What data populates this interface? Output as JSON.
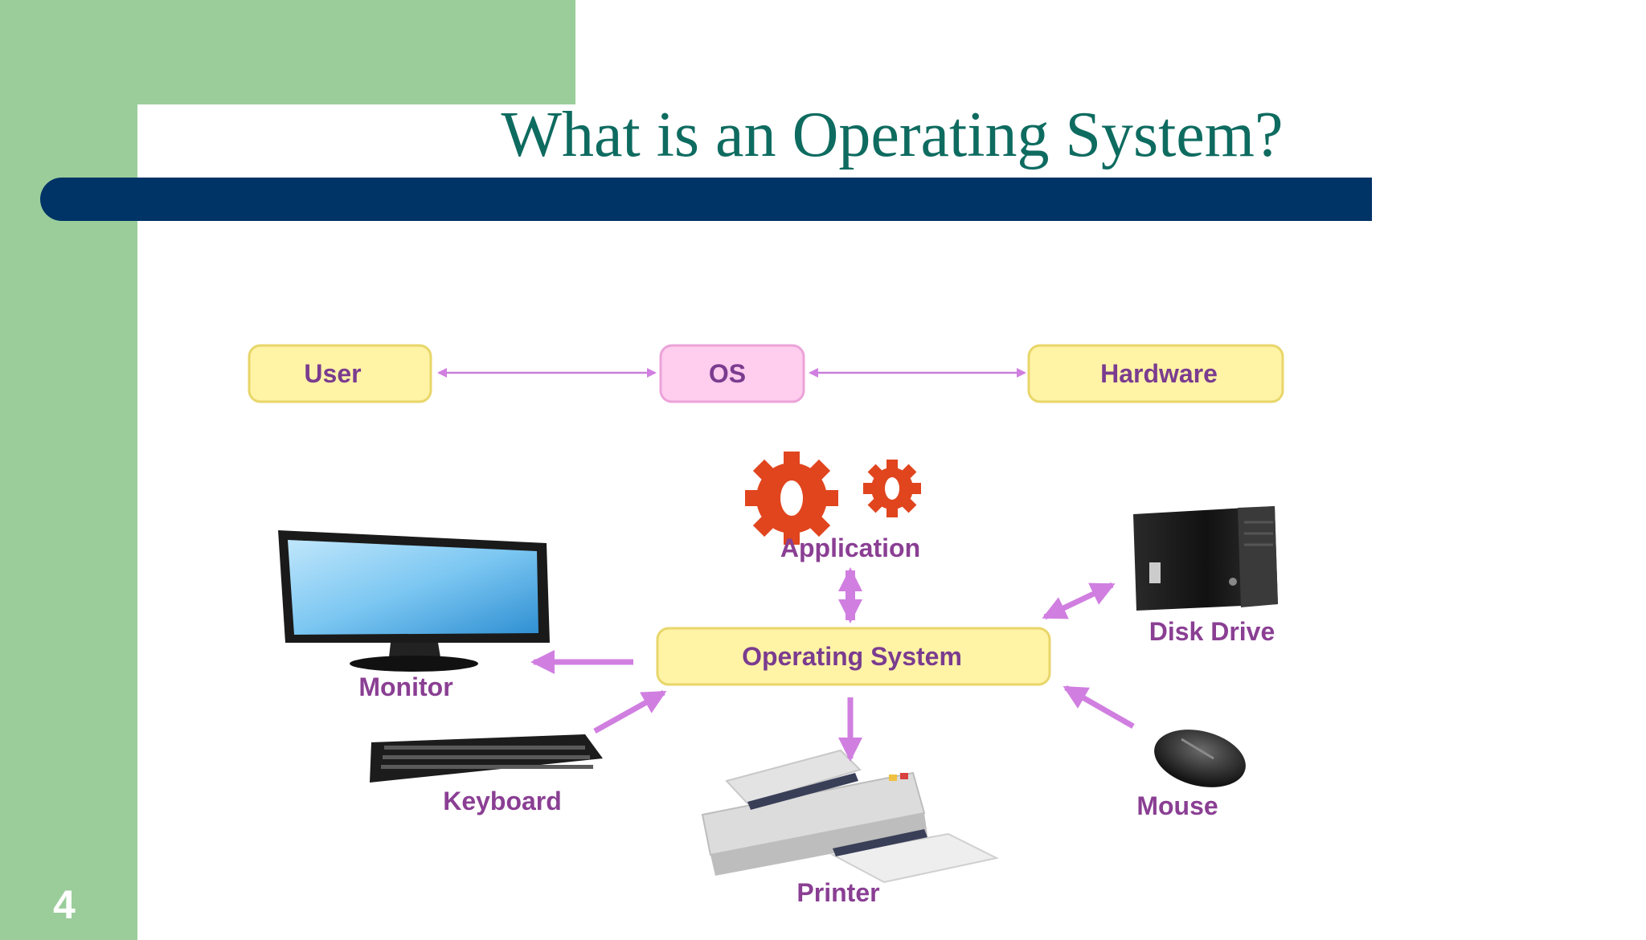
{
  "slide": {
    "title": "What is an Operating System?",
    "number": "4"
  },
  "diagram": {
    "top_row": {
      "user": "User",
      "os": "OS",
      "hardware": "Hardware"
    },
    "center": "Operating System",
    "components": {
      "application": "Application",
      "disk_drive": "Disk Drive",
      "monitor": "Monitor",
      "keyboard": "Keyboard",
      "mouse": "Mouse",
      "printer": "Printer"
    }
  },
  "colors": {
    "sidebar_green": "#9acd9a",
    "title_teal": "#0e6b60",
    "title_bar_navy": "#003366",
    "arrow_purple": "#d07fe0",
    "label_purple": "#8a3f93",
    "yellow_box": "#fff3a6",
    "pink_box": "#ffcdee",
    "gear_red": "#e0451e"
  }
}
